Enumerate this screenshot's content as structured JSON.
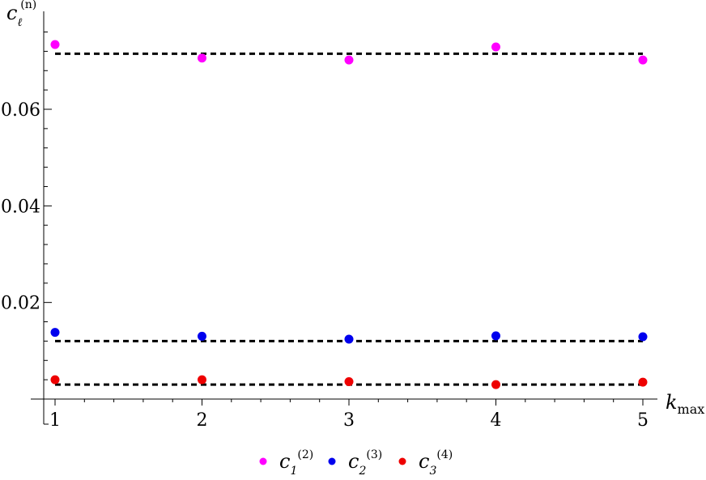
{
  "chart_data": {
    "type": "scatter",
    "xlabel": {
      "base": "k",
      "sub": "max"
    },
    "ylabel": {
      "base": "c",
      "sub": "ℓ",
      "sup": "(n)"
    },
    "xlim": [
      0.85,
      5.15
    ],
    "ylim": [
      0.0,
      0.077
    ],
    "x_ticks": [
      1,
      2,
      3,
      4,
      5
    ],
    "y_ticks": [
      0.02,
      0.04,
      0.06
    ],
    "y_tick_labels": [
      "0.02",
      "0.04",
      "0.06"
    ],
    "x_minor_step": 0.2,
    "y_minor_step": 0.004,
    "grid": false,
    "legend_position": "bottom-center",
    "series": [
      {
        "name": "c_1^(2)",
        "label": {
          "base": "c",
          "sub": "1",
          "sup": "(2)"
        },
        "color": "#ff00ff",
        "x": [
          1,
          2,
          3,
          4,
          5
        ],
        "values": [
          0.0734,
          0.0706,
          0.0702,
          0.0729,
          0.0702
        ],
        "reference_line": 0.0715
      },
      {
        "name": "c_2^(3)",
        "label": {
          "base": "c",
          "sub": "2",
          "sup": "(3)"
        },
        "color": "#0000ee",
        "x": [
          1,
          2,
          3,
          4,
          5
        ],
        "values": [
          0.0138,
          0.013,
          0.0124,
          0.0131,
          0.0129
        ],
        "reference_line": 0.012
      },
      {
        "name": "c_3^(4)",
        "label": {
          "base": "c",
          "sub": "3",
          "sup": "(4)"
        },
        "color": "#ee0000",
        "x": [
          1,
          2,
          3,
          4,
          5
        ],
        "values": [
          0.004,
          0.004,
          0.0036,
          0.003,
          0.0035
        ],
        "reference_line": 0.003
      }
    ]
  }
}
